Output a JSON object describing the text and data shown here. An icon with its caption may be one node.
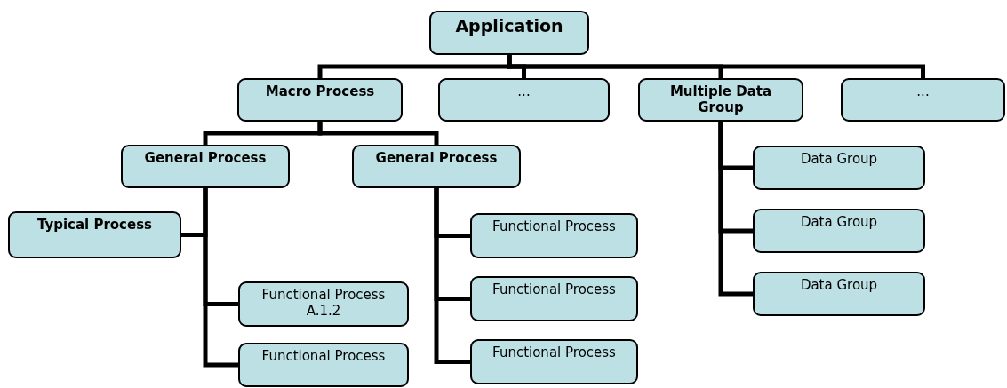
{
  "diagram": {
    "nodes": [
      {
        "text": [
          "Application"
        ]
      },
      {
        "text": [
          "Macro Process"
        ]
      },
      {
        "text": [
          "..."
        ]
      },
      {
        "text": [
          "Multiple Data Group"
        ]
      },
      {
        "text": [
          "..."
        ]
      },
      {
        "text": [
          "General Process"
        ]
      },
      {
        "text": [
          "General Process"
        ]
      },
      {
        "text": [
          "Typical Process"
        ]
      },
      {
        "text": [
          "Functional Process A.1.2"
        ]
      },
      {
        "text": [
          "Functional Process"
        ]
      },
      {
        "text": [
          "Functional Process"
        ]
      },
      {
        "text": [
          "Functional Process"
        ]
      },
      {
        "text": [
          "Functional Process"
        ]
      },
      {
        "text": [
          "Data Group"
        ]
      },
      {
        "text": [
          "Data Group"
        ]
      },
      {
        "text": [
          "Data Group"
        ]
      }
    ],
    "edges": [
      {
        "from": 0,
        "to": 1,
        "arrow": "none"
      },
      {
        "from": 0,
        "to": 2,
        "arrow": "none"
      },
      {
        "from": 0,
        "to": 3,
        "arrow": "none"
      },
      {
        "from": 0,
        "to": 4,
        "arrow": "none"
      },
      {
        "from": 1,
        "to": 5,
        "arrow": "none"
      },
      {
        "from": 1,
        "to": 6,
        "arrow": "none"
      },
      {
        "from": 5,
        "to": 7,
        "arrow": "none"
      },
      {
        "from": 5,
        "to": 8,
        "arrow": "none"
      },
      {
        "from": 5,
        "to": 9,
        "arrow": "none"
      },
      {
        "from": 6,
        "to": 10,
        "arrow": "none"
      },
      {
        "from": 6,
        "to": 11,
        "arrow": "none"
      },
      {
        "from": 6,
        "to": 12,
        "arrow": "none"
      },
      {
        "from": 3,
        "to": 13,
        "arrow": "none"
      },
      {
        "from": 3,
        "to": 14,
        "arrow": "none"
      },
      {
        "from": 3,
        "to": 15,
        "arrow": "none"
      }
    ]
  }
}
